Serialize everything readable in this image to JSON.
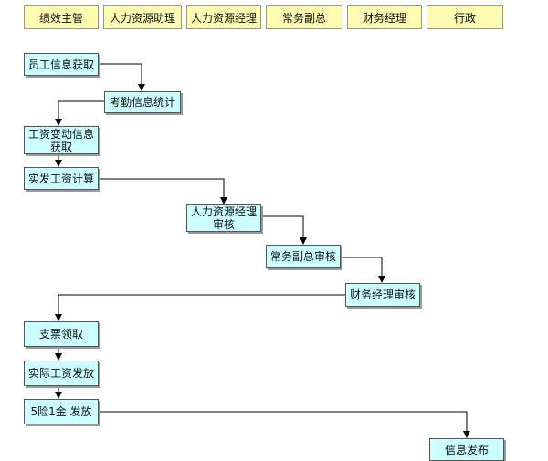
{
  "lanes": [
    "绩效主管",
    "人力资源助理",
    "人力资源经理",
    "常务副总",
    "财务经理",
    "行政"
  ],
  "nodes": {
    "n1": "员工信息获取",
    "n2": "考勤信息统计",
    "n3": "工资变动信息获取",
    "n4": "实发工资计算",
    "n5": "人力资源经理审核",
    "n6": "常务副总审核",
    "n7": "财务经理审核",
    "n8": "支票领取",
    "n9": "实际工资发放",
    "n10": "5险1金 发放",
    "n11": "信息发布"
  },
  "colors": {
    "lane_fill": "#fdfcb2",
    "node_fill": "#ccffff",
    "connector": "#000000"
  }
}
